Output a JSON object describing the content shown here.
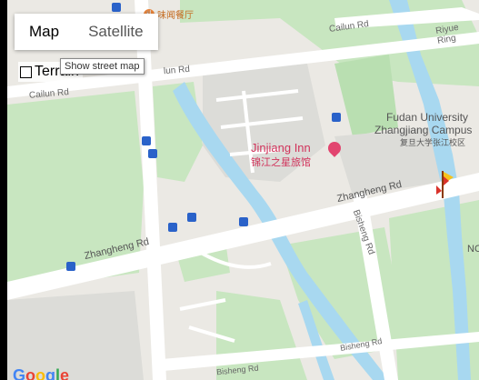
{
  "map_type": {
    "map_label": "Map",
    "satellite_label": "Satellite"
  },
  "tooltip": "Show street map",
  "terrain_label": "Terrain",
  "labels": {
    "restaurant": "味闻餐厅",
    "cailun_rd_top": "Cailun Rd",
    "cailun_rd_mid": "Cailun Rd",
    "cailun_rd_left": "Cailun Rd",
    "riyue_ring": "Riyue Ring",
    "fudan_1": "Fudan University",
    "fudan_2": "Zhangjiang Campus",
    "fudan_3": "复旦大学张江校区",
    "hotel_en": "Jinjiang Inn",
    "hotel_cn": "锦江之星旅馆",
    "zhangheng_right": "Zhangheng Rd",
    "zhangheng_left": "Zhangheng Rd",
    "bisheng_rd_vertical": "Bisheng Rd",
    "bisheng_rd_bottom1": "Bisheng Rd",
    "bisheng_rd_bottom2": "Bisheng Rd",
    "nc_edge": "NC",
    "lun_rd": "lun Rd"
  },
  "google": {
    "g": "G",
    "o1": "o",
    "o2": "o",
    "g2": "g",
    "l": "l",
    "e": "e"
  },
  "colors": {
    "park": "#c8e6c0",
    "road": "#ffffff",
    "water": "#a8d8f0",
    "block": "#dcdcd8",
    "poi_pink": "#e2456f",
    "transit": "#2a62c9"
  }
}
